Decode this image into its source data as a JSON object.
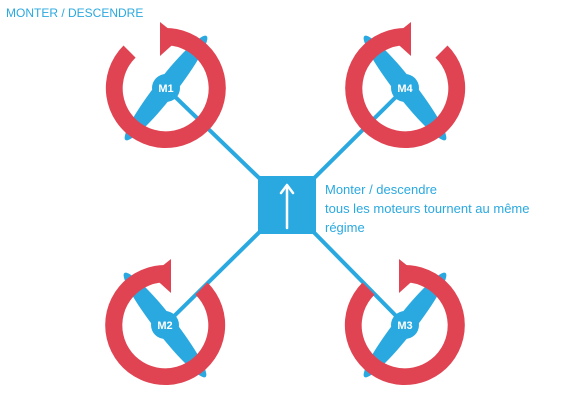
{
  "title": "MONTER / DESCENDRE",
  "caption": {
    "line1": "Monter / descendre",
    "line2": "tous les moteurs tournent au même",
    "line3": "régime"
  },
  "motors": [
    {
      "label": "M1",
      "rotation": "clockwise"
    },
    {
      "label": "M4",
      "rotation": "counterclockwise"
    },
    {
      "label": "M2",
      "rotation": "counterclockwise"
    },
    {
      "label": "M3",
      "rotation": "clockwise"
    }
  ],
  "colors": {
    "frame": "#2aa9e0",
    "rotation_arrow": "#e04452",
    "text": "#2aa9e0",
    "motor_label": "#ffffff"
  },
  "icons": {
    "body_arrow": "up-arrow-icon",
    "rotation": "rotation-arrow-icon"
  }
}
